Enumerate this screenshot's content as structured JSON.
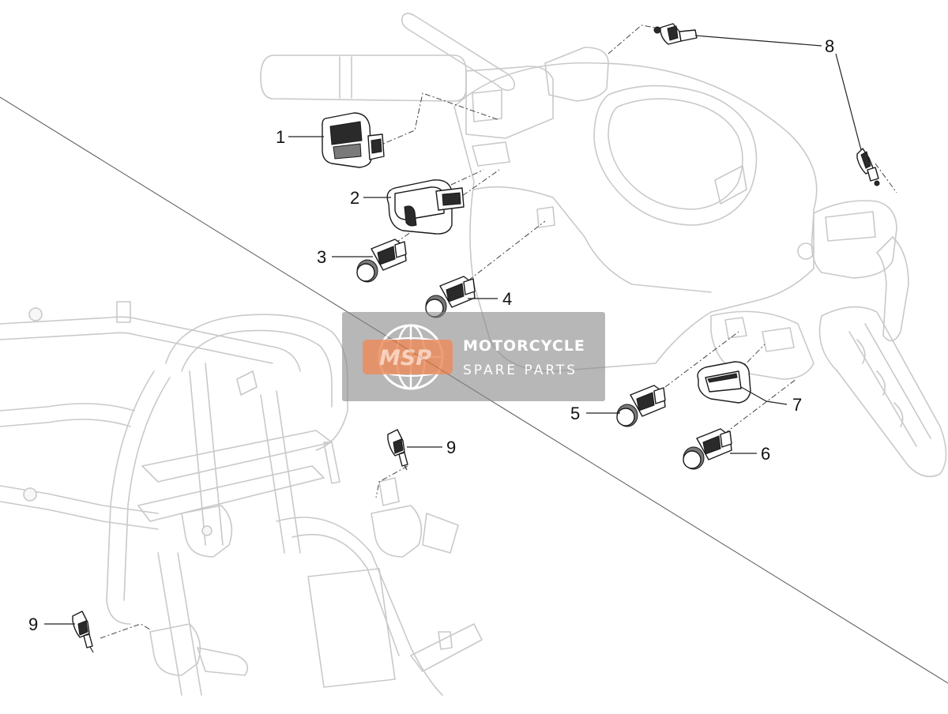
{
  "diagram": {
    "callouts": [
      "1",
      "2",
      "3",
      "4",
      "5",
      "6",
      "7",
      "8",
      "9",
      "9"
    ]
  },
  "watermark": {
    "logo_text": "MSP",
    "line1": "MOTORCYCLE",
    "line2": "SPARE PARTS",
    "accent_color": "#e8743b"
  }
}
